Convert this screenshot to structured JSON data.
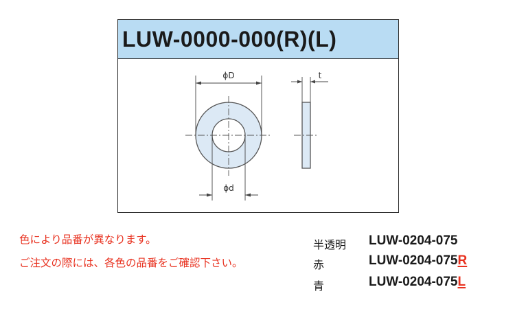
{
  "header": {
    "title": "LUW-0000-000(R)(L)"
  },
  "drawing": {
    "outer_diameter_label": "ϕD",
    "inner_diameter_label": "ϕd",
    "thickness_label": "t"
  },
  "notes": [
    "色により品番が異なります。",
    "ご注文の際には、各色の品番をご確認下さい。"
  ],
  "colors_table": [
    {
      "color": "半透明",
      "part_base": "LUW-0204-075",
      "suffix": ""
    },
    {
      "color": "赤",
      "part_base": "LUW-0204-075",
      "suffix": "R"
    },
    {
      "color": "青",
      "part_base": "LUW-0204-075",
      "suffix": "L"
    }
  ],
  "style": {
    "header_bg": "#b9dcf3",
    "part_fill": "#dce9f5",
    "accent_red": "#e8311f"
  }
}
